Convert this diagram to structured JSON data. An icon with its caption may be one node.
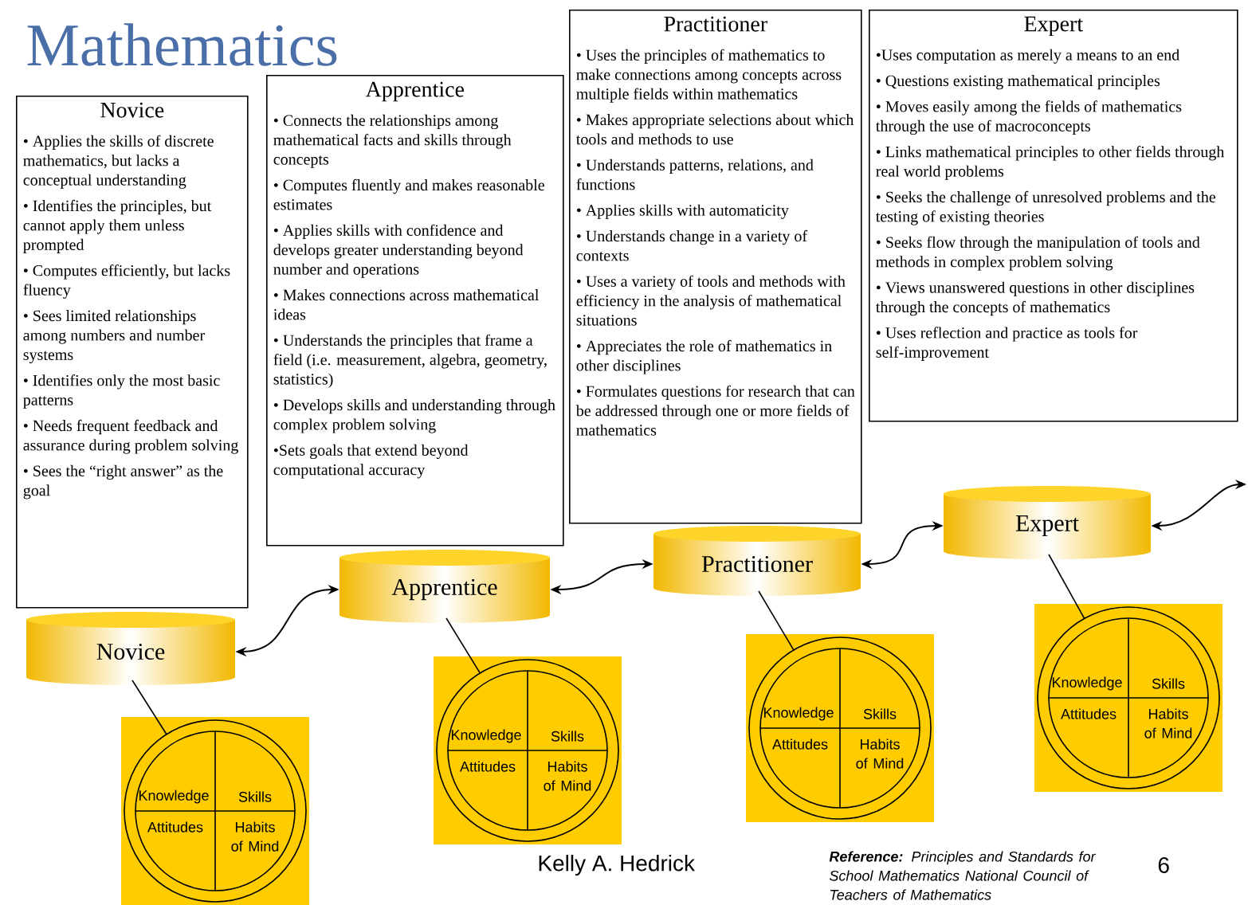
{
  "diagram": {
    "title": "Mathematics",
    "nodes": [
      {
        "text": [
          "Novice",
          "• Applies the skills of discrete mathematics, but lacks a conceptual understanding",
          "• Identifies the principles, but cannot apply them unless prompted",
          "• Computes efficiently, but lacks fluency",
          "• Sees limited relationships among numbers and number systems",
          "• Identifies only the most basic patterns",
          "• Needs frequent feedback and assurance during problem solving",
          "• Sees the “right answer” as the goal"
        ]
      },
      {
        "text": [
          "Apprentice",
          "• Connects the relationships among mathematical facts and skills through concepts",
          "• Computes fluently and makes reasonable estimates",
          "• Applies skills with confidence and develops greater understanding beyond number and operations",
          "• Makes connections across mathematical ideas",
          "• Understands the principles that frame a field (i.e. measurement, algebra, geometry, statistics)",
          "• Develops skills and understanding through complex problem solving",
          "•Sets goals that extend beyond computational accuracy"
        ]
      },
      {
        "text": [
          "Practitioner",
          "• Uses the principles of mathematics to make connections among concepts across multiple fields within mathematics",
          "• Makes appropriate selections about which tools and methods to use",
          "• Understands patterns, relations, and functions",
          "• Applies skills with automaticity",
          "• Understands change in a variety of contexts",
          "• Uses a variety of tools and methods with efficiency in the analysis of mathematical situations",
          "• Appreciates the role of mathematics in other disciplines",
          "• Formulates questions for research that can be addressed through one or more fields of mathematics"
        ]
      },
      {
        "text": [
          "Expert",
          "•Uses computation as merely a means to an end",
          "• Questions existing mathematical principles",
          "• Moves easily among the fields of mathematics through the use of macroconcepts",
          "• Links mathematical principles to other fields through real world problems",
          "• Seeks the challenge of unresolved problems and the testing of existing theories",
          "• Seeks flow through the manipulation of tools and methods in complex problem solving",
          "• Views unanswered questions in other disciplines through the concepts of mathematics",
          "• Uses reflection and practice as tools for self-improvement"
        ]
      },
      {
        "text": [
          "Novice"
        ]
      },
      {
        "text": [
          "Apprentice"
        ]
      },
      {
        "text": [
          "Practitioner"
        ]
      },
      {
        "text": [
          "Expert"
        ]
      },
      {
        "text": [
          "Knowledge",
          "Skills",
          "Attitudes",
          "Habits of Mind"
        ]
      },
      {
        "text": [
          "Knowledge",
          "Skills",
          "Attitudes",
          "Habits of Mind"
        ]
      },
      {
        "text": [
          "Knowledge",
          "Skills",
          "Attitudes",
          "Habits of Mind"
        ]
      },
      {
        "text": [
          "Knowledge",
          "Skills",
          "Attitudes",
          "Habits of Mind"
        ]
      }
    ],
    "edges": [
      {
        "from": 4,
        "to": 5,
        "arrow": "both"
      },
      {
        "from": 5,
        "to": 6,
        "arrow": "both"
      },
      {
        "from": 6,
        "to": 7,
        "arrow": "both"
      },
      {
        "from": 7,
        "to": null,
        "arrow": "both"
      },
      {
        "from": 4,
        "to": 8,
        "arrow": "none"
      },
      {
        "from": 5,
        "to": 9,
        "arrow": "none"
      },
      {
        "from": 6,
        "to": 10,
        "arrow": "none"
      },
      {
        "from": 7,
        "to": 11,
        "arrow": "none"
      }
    ],
    "labels": [
      "Kelly A. Hedrick",
      "**Reference:** Principles and Standards for School Mathematics National Council of Teachers of Mathematics",
      "6"
    ]
  }
}
